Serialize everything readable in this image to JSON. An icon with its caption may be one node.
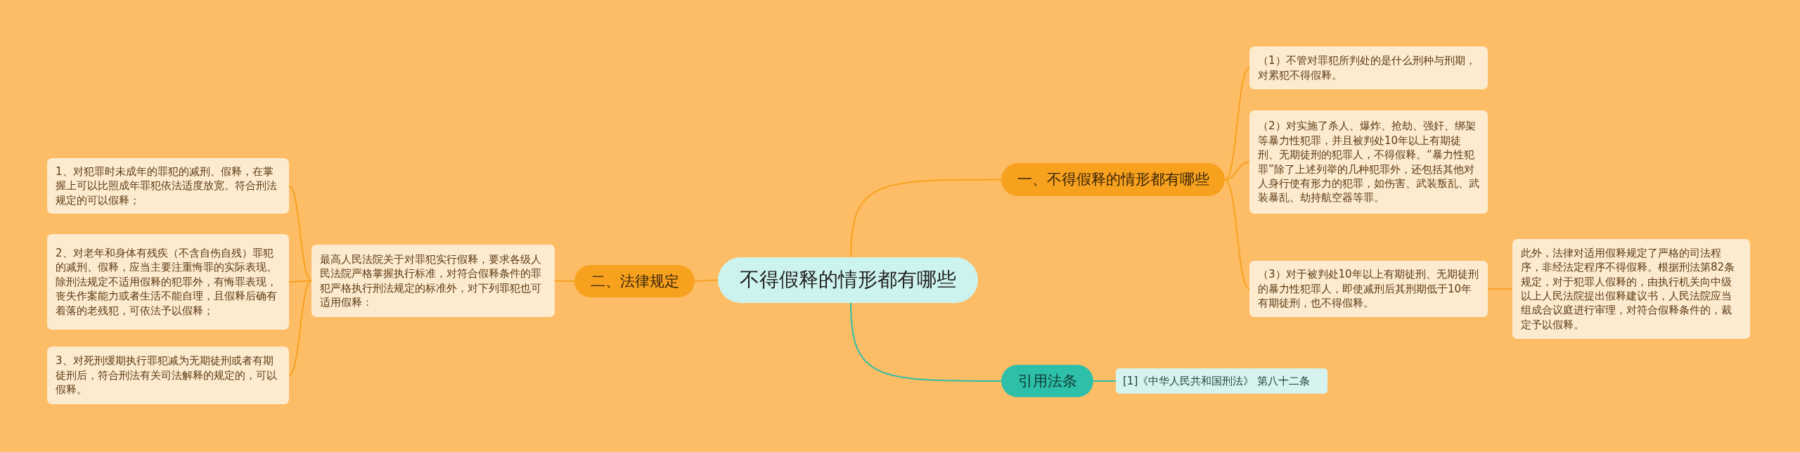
{
  "diagram": {
    "nodes": [
      {
        "text": [
          "不得假释的情形都有哪些"
        ]
      },
      {
        "text": [
          "一、不得假释的情形都有哪些"
        ]
      },
      {
        "text": [
          "（1）不管对罪犯所判处的是什么刑种与刑期，对累犯不得假释。"
        ]
      },
      {
        "text": [
          "（2）对实施了杀人、爆炸、抢劫、强奸、绑架等暴力性犯罪，并且被判处10年以上有期徒刑、无期徒刑的犯罪人，不得假释。“暴力性犯罪”除了上述列举的几种犯罪外，还包括其他对人身行使有形力的犯罪，如伤害、武装叛乱、武装暴乱、劫持航空器等罪。"
        ]
      },
      {
        "text": [
          "（3）对于被判处10年以上有期徒刑、无期徒刑的暴力性犯罪人，即使减刑后其刑期低于10年有期徒刑，也不得假释。"
        ]
      },
      {
        "text": [
          "此外，法律对适用假释规定了严格的司法程序，非经法定程序不得假释。根据刑法第82条规定，对于犯罪人假释的，由执行机关向中级以上人民法院提出假释建议书，人民法院应当组成合议庭进行审理，对符合假释条件的，裁定予以假释。"
        ]
      },
      {
        "text": [
          "二、法律规定"
        ]
      },
      {
        "text": [
          "最高人民法院关于对罪犯实行假释，要求各级人民法院严格掌握执行标准，对符合假释条件的罪犯严格执行刑法规定的标准外，对下列罪犯也可适用假释："
        ]
      },
      {
        "text": [
          "1、对犯罪时未成年的罪犯的减刑、假释，在掌握上可以比照成年罪犯依法适度放宽。符合刑法规定的可以假释；"
        ]
      },
      {
        "text": [
          "2、对老年和身体有残疾（不含自伤自残）罪犯的减刑、假释，应当主要注重悔罪的实际表现。除刑法规定不适用假释的犯罪外，有悔罪表现，丧失作案能力或者生活不能自理，且假释后确有着落的老残犯，可依法予以假释；"
        ]
      },
      {
        "text": [
          "3、对死刑缓期执行罪犯减为无期徒刑或者有期徒刑后，符合刑法有关司法解释的规定的，可以假释。"
        ]
      },
      {
        "text": [
          "引用法条"
        ]
      },
      {
        "text": [
          "[1]《中华人民共和国刑法》 第八十二条"
        ]
      }
    ],
    "edges": [
      {
        "from": 0,
        "to": 1,
        "arrow": "none"
      },
      {
        "from": 1,
        "to": 2,
        "arrow": "none"
      },
      {
        "from": 1,
        "to": 3,
        "arrow": "none"
      },
      {
        "from": 1,
        "to": 4,
        "arrow": "none"
      },
      {
        "from": 4,
        "to": 5,
        "arrow": "none"
      },
      {
        "from": 0,
        "to": 6,
        "arrow": "none"
      },
      {
        "from": 6,
        "to": 7,
        "arrow": "none"
      },
      {
        "from": 7,
        "to": 8,
        "arrow": "none"
      },
      {
        "from": 7,
        "to": 9,
        "arrow": "none"
      },
      {
        "from": 7,
        "to": 10,
        "arrow": "none"
      },
      {
        "from": 0,
        "to": 11,
        "arrow": "none",
        "color": "#2ebfa8"
      },
      {
        "from": 11,
        "to": 12,
        "arrow": "none",
        "color": "#2ebfa8"
      }
    ]
  }
}
